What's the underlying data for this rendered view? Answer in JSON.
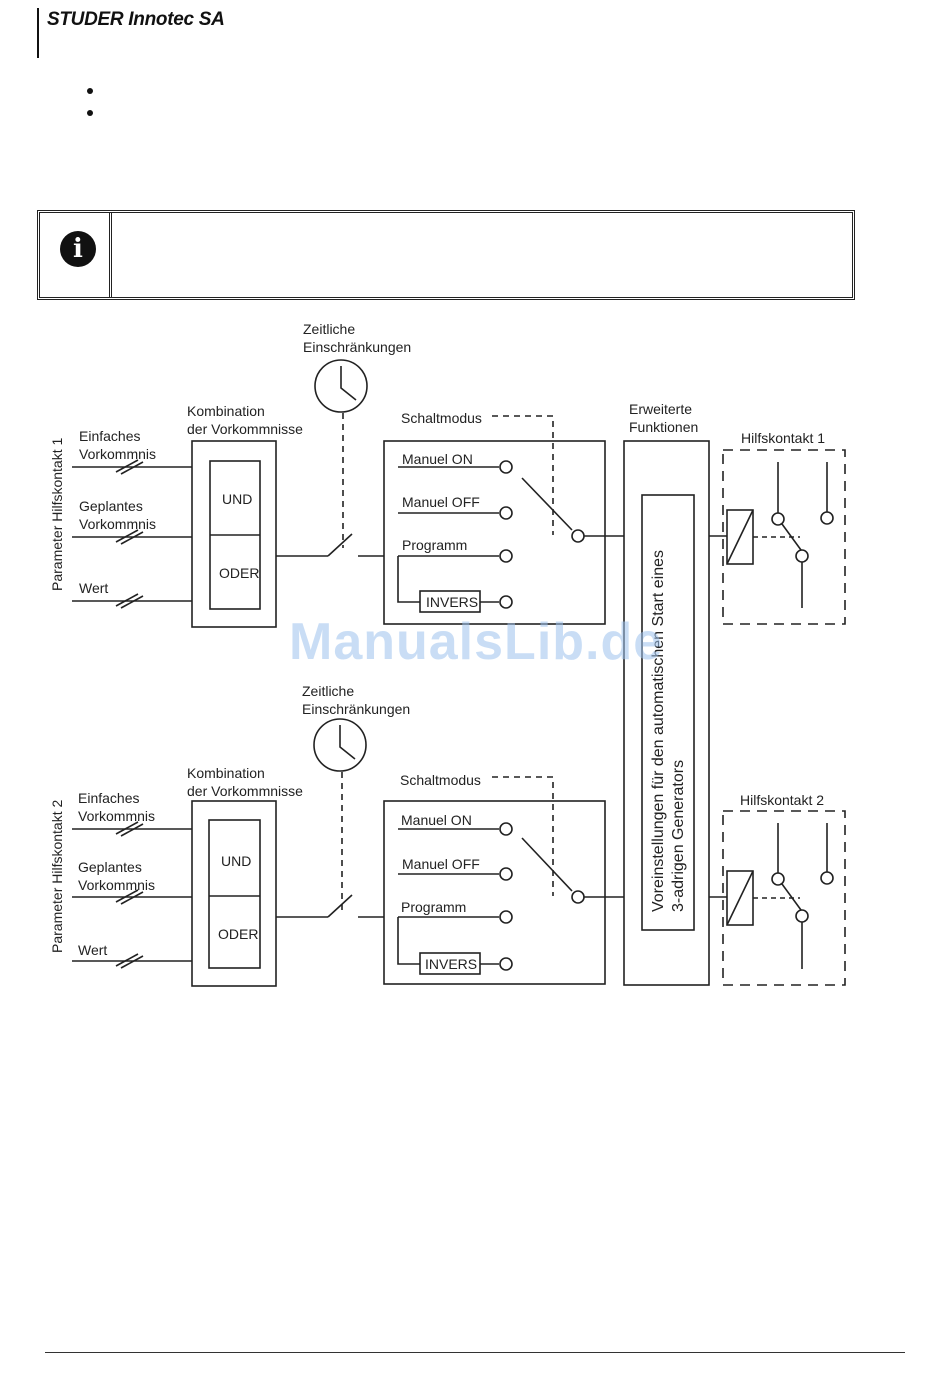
{
  "header": {
    "brand": "STUDER Innotec SA"
  },
  "diagram": {
    "contact1": {
      "param_label": "Parameter Hilfskontakt 1",
      "inputs": [
        "Einfaches",
        "Vorkommnis",
        "Geplantes",
        "Vorkommnis",
        "Wert"
      ],
      "combination": [
        "Kombination",
        "der Vorkommnisse"
      ],
      "und": "UND",
      "oder": "ODER",
      "time": [
        "Zeitliche",
        "Einschränkungen"
      ],
      "switch_mode": "Schaltmodus",
      "modes": [
        "Manuel ON",
        "Manuel OFF",
        "Programm",
        "INVERS"
      ],
      "output": "Hilfskontakt 1"
    },
    "contact2": {
      "param_label": "Parameter Hilfskontakt 2",
      "inputs": [
        "Einfaches",
        "Vorkommnis",
        "Geplantes",
        "Vorkommnis",
        "Wert"
      ],
      "combination": [
        "Kombination",
        "der Vorkommnisse"
      ],
      "und": "UND",
      "oder": "ODER",
      "time": [
        "Zeitliche",
        "Einschränkungen"
      ],
      "switch_mode": "Schaltmodus",
      "modes": [
        "Manuel ON",
        "Manuel OFF",
        "Programm",
        "INVERS"
      ],
      "output": "Hilfskontakt 2"
    },
    "extended": [
      "Erweiterte",
      "Funktionen"
    ],
    "preset": [
      "Voreinstellungen für den automatischen Start eines",
      "3-adrigen Generators"
    ]
  },
  "watermark": "ManualsLib.de"
}
